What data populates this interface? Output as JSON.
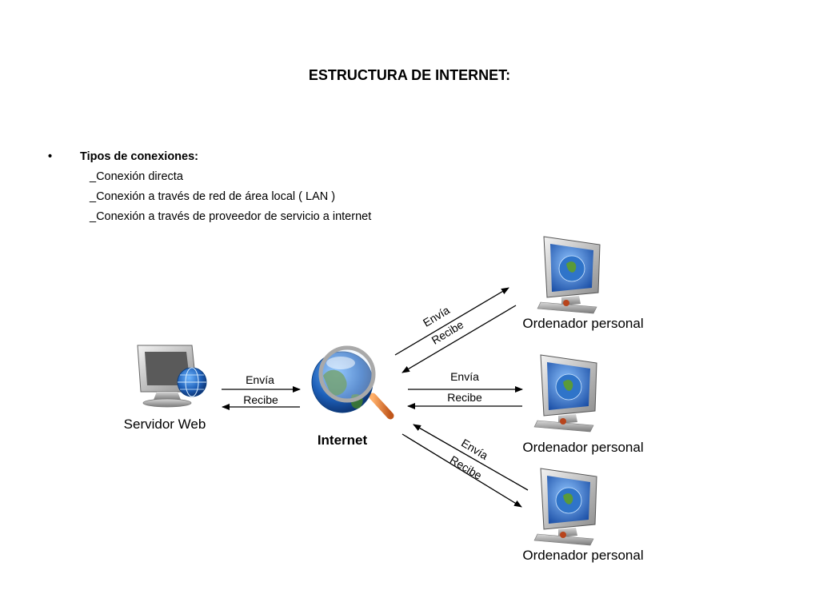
{
  "slide": {
    "title": "ESTRUCTURA DE INTERNET:",
    "bullet_symbol": "•",
    "bullet_heading": "Tipos de conexiones:",
    "items": [
      "_Conexión directa",
      "_Conexión a través de red de área local ( LAN )",
      "_Conexión a través de proveedor de servicio a internet"
    ]
  },
  "diagram": {
    "server_label": "Servidor Web",
    "internet_label": "Internet",
    "pc_label": "Ordenador personal",
    "send_label": "Envía",
    "receive_label": "Recibe"
  }
}
